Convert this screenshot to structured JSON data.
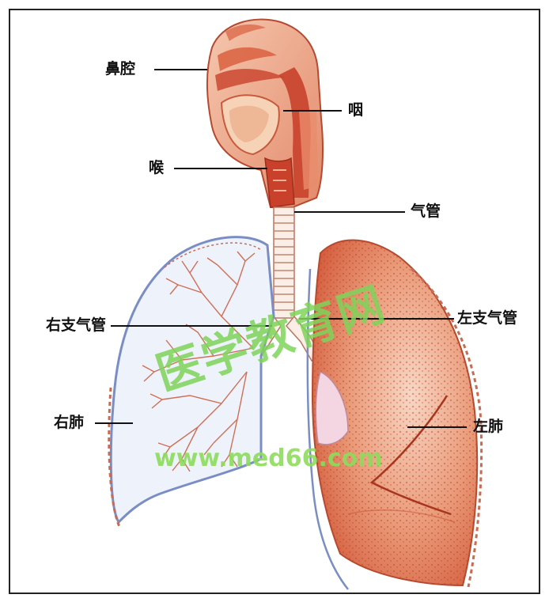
{
  "labels": {
    "nasal_cavity": "鼻腔",
    "pharynx": "咽",
    "larynx": "喉",
    "trachea": "气管",
    "right_bronchus": "右支气管",
    "left_bronchus": "左支气管",
    "right_lung": "右肺",
    "left_lung": "左肺"
  },
  "watermark": {
    "chinese": "医学教育网",
    "url": "www.med66.com"
  },
  "colors": {
    "tissue_red": "#d9603f",
    "tissue_light": "#f2c0a8",
    "lung_outline": "#7b8ec4",
    "right_lung_fill": "#eef3fb",
    "watermark_green": "#7fd45a"
  }
}
